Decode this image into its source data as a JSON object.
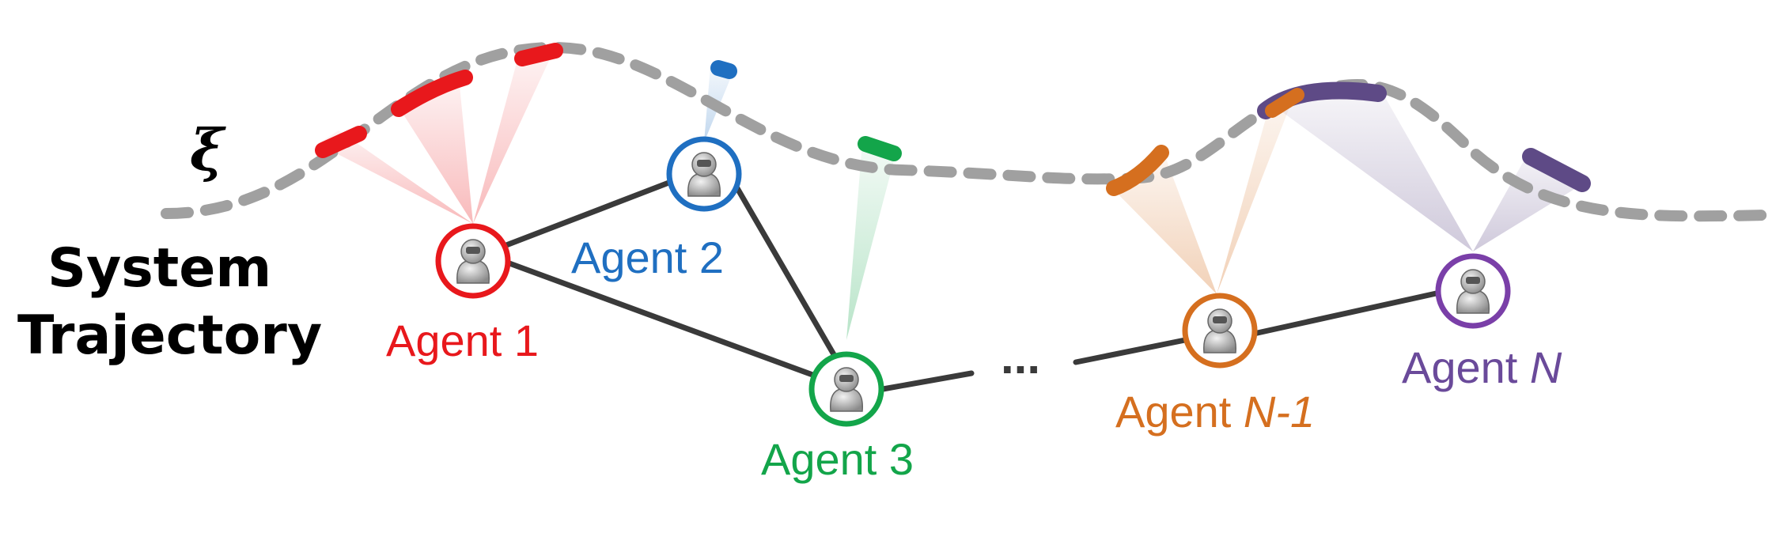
{
  "trajectory": {
    "symbol": "ξ",
    "title_line1": "System",
    "title_line2": "Trajectory",
    "curve_color": "#a0a0a0"
  },
  "ellipsis": "...",
  "edge_color": "#3a3a3a",
  "agents": [
    {
      "id": "agent-1",
      "prefix": "Agent ",
      "suffix": "1",
      "suffix_italic": false,
      "color": "#e8181c"
    },
    {
      "id": "agent-2",
      "prefix": "Agent ",
      "suffix": "2",
      "suffix_italic": false,
      "color": "#1f6fc1"
    },
    {
      "id": "agent-3",
      "prefix": "Agent ",
      "suffix": "3",
      "suffix_italic": false,
      "color": "#13a54a"
    },
    {
      "id": "agent-n-1",
      "prefix": "Agent ",
      "suffix": "N-1",
      "suffix_italic": true,
      "color": "#d56f1f"
    },
    {
      "id": "agent-n",
      "prefix": "Agent ",
      "suffix": "N",
      "suffix_italic": true,
      "color": "#6a3f96"
    }
  ],
  "segment_colors": {
    "red": "#e8181c",
    "blue": "#1f6fc1",
    "green": "#13a54a",
    "orange": "#d56f1f",
    "purple": "#5e4a86"
  }
}
